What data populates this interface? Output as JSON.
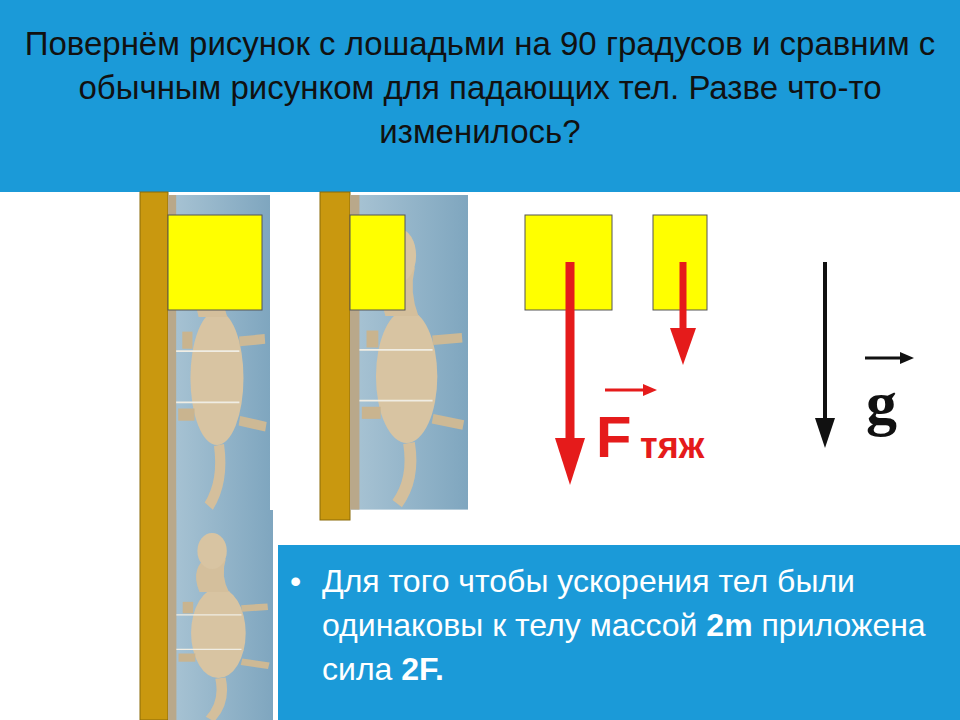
{
  "diagram": {
    "title": "Повернём рисунок с лошадьми на 90 градусов и сравним с обычным рисунком для падающих тел. Разве что-то изменилось?",
    "nodes": [
      {
        "text": [
          "•",
          "Для того чтобы ускорения тел были одинаковы к телу массой",
          "2m",
          "приложена сила",
          "2F."
        ]
      }
    ],
    "labels": [
      "F",
      "тяж",
      "g"
    ]
  }
}
